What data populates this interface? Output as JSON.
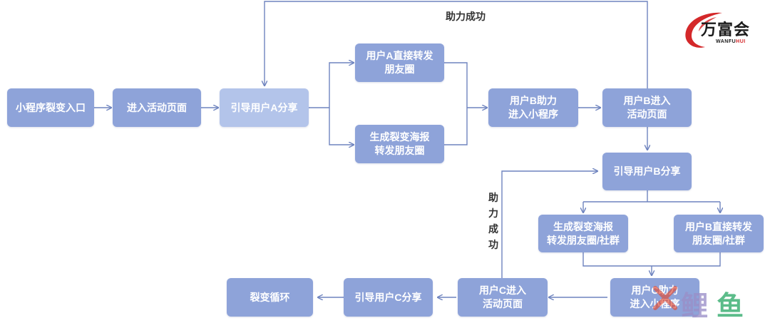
{
  "nodes": {
    "n1": "小程序裂变入口",
    "n2": "进入活动页面",
    "n3": "引导用户A分享",
    "n4": "用户A直接转发\n朋友圈",
    "n5": "生成裂变海报\n转发朋友圈",
    "n6": "用户B助力\n进入小程序",
    "n7": "用户B进入\n活动页面",
    "n8": "引导用户B分享",
    "n9": "生成裂变海报\n转发朋友圈/社群",
    "n10": "用户B直接转发\n朋友圈/社群",
    "n11": "用户C进入\n活动页面",
    "n12": "引导用户C分享",
    "n13": "裂变循环",
    "n14": "用户C助力\n进入小程序"
  },
  "labels": {
    "top_loop": "助力成功",
    "side_loop": "助力成功"
  },
  "logo": {
    "name": "万富会",
    "sub_part1": "WANFU",
    "sub_part2": "HUI"
  },
  "watermark": {
    "char1": "鲤",
    "char2": "鱼"
  },
  "colors": {
    "node": "#8ea3d9",
    "node_light": "#b3c4ea",
    "edge": "#6f84bf",
    "logo_red": "#d4282a"
  }
}
